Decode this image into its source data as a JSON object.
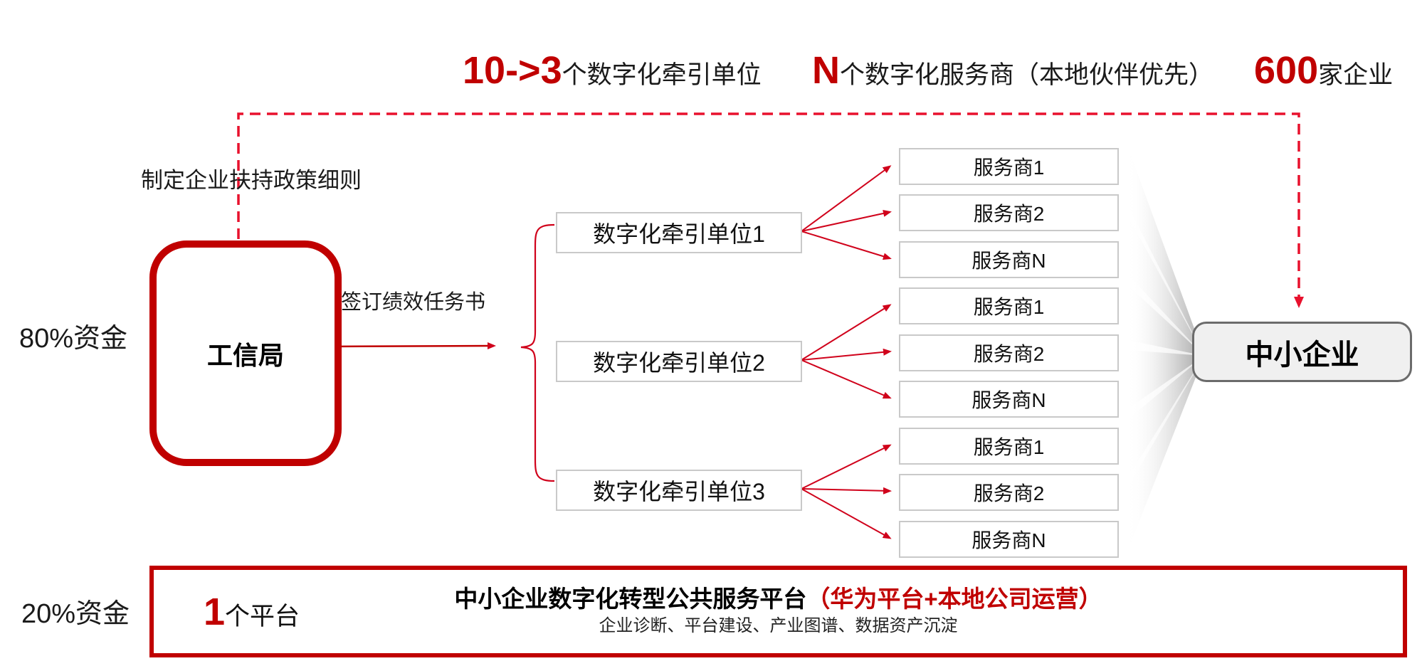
{
  "top_labels": [
    {
      "number": "10->3",
      "text": "个数字化牵引单位"
    },
    {
      "number": "N",
      "text": "个数字化服务商（本地伙伴优先）"
    },
    {
      "number": "600",
      "text": "家企业"
    }
  ],
  "funding": {
    "top": "80%资金",
    "bottom": "20%资金"
  },
  "annotations": {
    "policy": "制定企业扶持政策细则",
    "task": "签订绩效任务书"
  },
  "gov": {
    "label": "工信局"
  },
  "lead_units": [
    {
      "label": "数字化牵引单位1"
    },
    {
      "label": "数字化牵引单位2"
    },
    {
      "label": "数字化牵引单位3"
    }
  ],
  "providers": [
    "服务商1",
    "服务商2",
    "服务商N",
    "服务商1",
    "服务商2",
    "服务商N",
    "服务商1",
    "服务商2",
    "服务商N"
  ],
  "sme": {
    "label": "中小企业"
  },
  "platform": {
    "count_number": "1",
    "count_text": "个平台",
    "title": "中小企业数字化转型公共服务平台",
    "title_highlight": "（华为平台+本地公司运营）",
    "subtitle": "企业诊断、平台建设、产业图谱、数据资产沉淀"
  },
  "colors": {
    "dark_red": "#c00000",
    "bright_red": "#e8112d",
    "arrow_red": "#d0021b",
    "box_border_gray": "#c9c9c9",
    "sme_fill": "#f0f0f0",
    "sme_border": "#6b6b6b"
  }
}
